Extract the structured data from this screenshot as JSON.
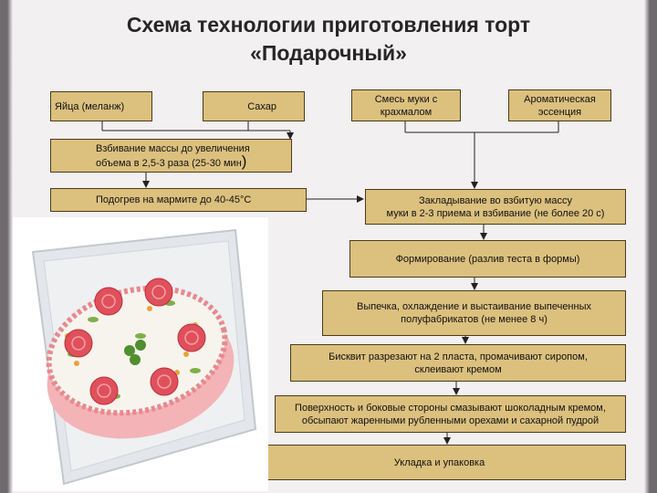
{
  "title": {
    "line1": "Схема технологии приготовления торт",
    "line2": "«Подарочный»"
  },
  "ingredients": {
    "eggs": "Яйца (меланж)",
    "sugar": "Сахар",
    "flour_mix_l1": "Смесь муки с",
    "flour_mix_l2": "крахмалом",
    "essence_l1": "Ароматическая",
    "essence_l2": "эссенция"
  },
  "steps": {
    "whip_l1": "Взбивание массы до увеличения",
    "whip_l2": "объема в 2,5-3 раза (25-30 мин",
    "whip_paren": ")",
    "heat": "Подогрев на мармите до 40-45°С",
    "add_flour_l1": "Закладывание во взбитую массу",
    "add_flour_l2": "муки в 2-3 приема и взбивание (не более 20 с)",
    "forming": "Формирование (разлив теста в формы)",
    "baking_l1": "Выпечка, охлаждение и выстаивание выпеченных",
    "baking_l2": "полуфабрикатов (не менее 8 ч)",
    "cutting_l1": "Бисквит разрезают на 2 пласта, промачивают сиропом,",
    "cutting_l2": "склеивают кремом",
    "coating_l1": "Поверхность и боковые стороны смазывают шоколадным кремом,",
    "coating_l2": "обсыпают жаренными рубленными орехами и сахарной пудрой",
    "packing": "Укладка и упаковка"
  },
  "colors": {
    "box_fill": "#dcc07e",
    "box_border": "#4a3b1c",
    "title": "#262626"
  }
}
